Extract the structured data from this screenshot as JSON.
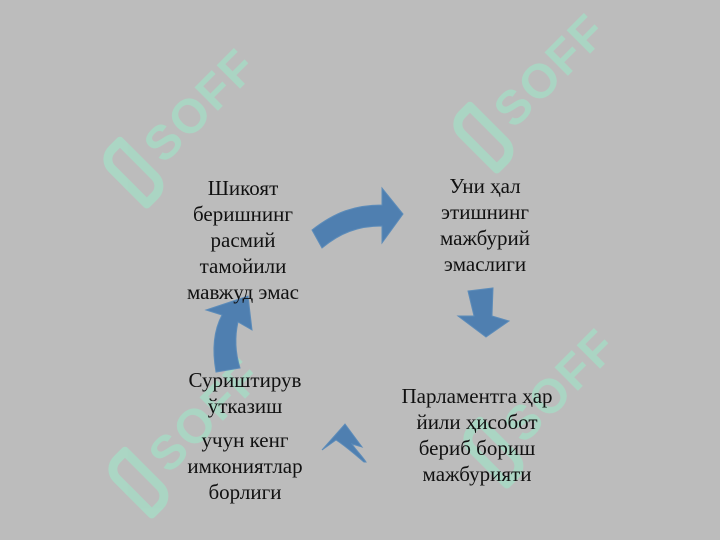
{
  "watermark": {
    "text": "SOFF"
  },
  "colors": {
    "background": "#bcbcbc",
    "arrow": "#4f7fb0",
    "watermark": "#a9d8c4"
  },
  "nodes": [
    {
      "id": "top-left",
      "lines": [
        "Шикоят",
        "беришнинг",
        "расмий",
        "тамойили",
        "мавжуд эмас"
      ]
    },
    {
      "id": "top-right",
      "lines": [
        "Уни ҳал",
        "этишнинг",
        "мажбурий",
        "эмаслиги"
      ]
    },
    {
      "id": "bottom-right",
      "lines": [
        "Парламентга ҳар",
        "йили ҳисобот",
        "бериб бориш",
        "мажбурияти"
      ]
    },
    {
      "id": "bottom-left",
      "lines": [
        "Суриштирув",
        "ўтказиш",
        "учун кенг",
        "имкониятлар",
        "борлиги"
      ]
    }
  ]
}
